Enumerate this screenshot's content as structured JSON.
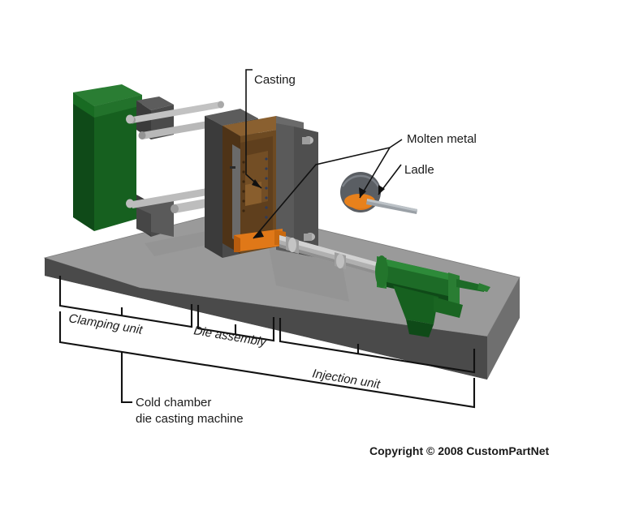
{
  "diagram": {
    "title": "Cold chamber die casting machine",
    "background_color": "#ffffff",
    "copyright": "Copyright © 2008 CustomPartNet"
  },
  "callouts": [
    {
      "id": "casting",
      "label": "Casting",
      "style": "upright",
      "leader": "elbow-down-arrow"
    },
    {
      "id": "molten-metal",
      "label": "Molten metal",
      "style": "upright",
      "leader": "two-arrows"
    },
    {
      "id": "ladle",
      "label": "Ladle",
      "style": "upright",
      "leader": "arrow"
    }
  ],
  "brackets": [
    {
      "id": "clamping-unit",
      "label": "Clamping unit",
      "style": "italic-skewed"
    },
    {
      "id": "die-assembly",
      "label": "Die assembly",
      "style": "italic-skewed"
    },
    {
      "id": "injection-unit",
      "label": "Injection unit",
      "style": "italic-skewed"
    }
  ],
  "machine_label": {
    "line1": "Cold chamber",
    "line2": "die casting machine"
  },
  "parts": [
    {
      "name": "base-platform",
      "color": "#4a4a4a",
      "top_color": "#9a9a9a"
    },
    {
      "name": "clamping-cylinder",
      "color": "#16601f"
    },
    {
      "name": "moving-platen",
      "color": "#4a4a4a"
    },
    {
      "name": "stationary-platen",
      "color": "#4a4a4a"
    },
    {
      "name": "tie-bars",
      "color": "#b5b5b5"
    },
    {
      "name": "die-block",
      "color": "#6d4a22"
    },
    {
      "name": "casting-cavity",
      "color": "#56381a"
    },
    {
      "name": "molten-metal",
      "color": "#e07818"
    },
    {
      "name": "shot-sleeve-plunger",
      "color": "#b0b0b0"
    },
    {
      "name": "injection-cylinder",
      "color": "#1d6b27"
    },
    {
      "name": "ladle-bowl",
      "color": "#5a5e63"
    },
    {
      "name": "ladle-handle",
      "color": "#9aa0a6"
    }
  ],
  "colors": {
    "white": "#ffffff",
    "line": "#111111",
    "text": "#1a1a1a",
    "green_dark": "#0f4a18",
    "green_mid": "#16601f",
    "green_light": "#2a7d33",
    "gray_dark": "#3f3f3f",
    "gray_mid": "#6a6a6a",
    "gray_light": "#b5b5b5",
    "gray_pale": "#d4d4d4",
    "brown_dark": "#4e3317",
    "brown_mid": "#6d4a22",
    "brown_light": "#8a6030",
    "orange": "#e07818",
    "orange_dark": "#b75c0e",
    "base_front": "#4a4a4a",
    "base_top": "#9a9a9a",
    "base_side": "#6f6f6f"
  }
}
